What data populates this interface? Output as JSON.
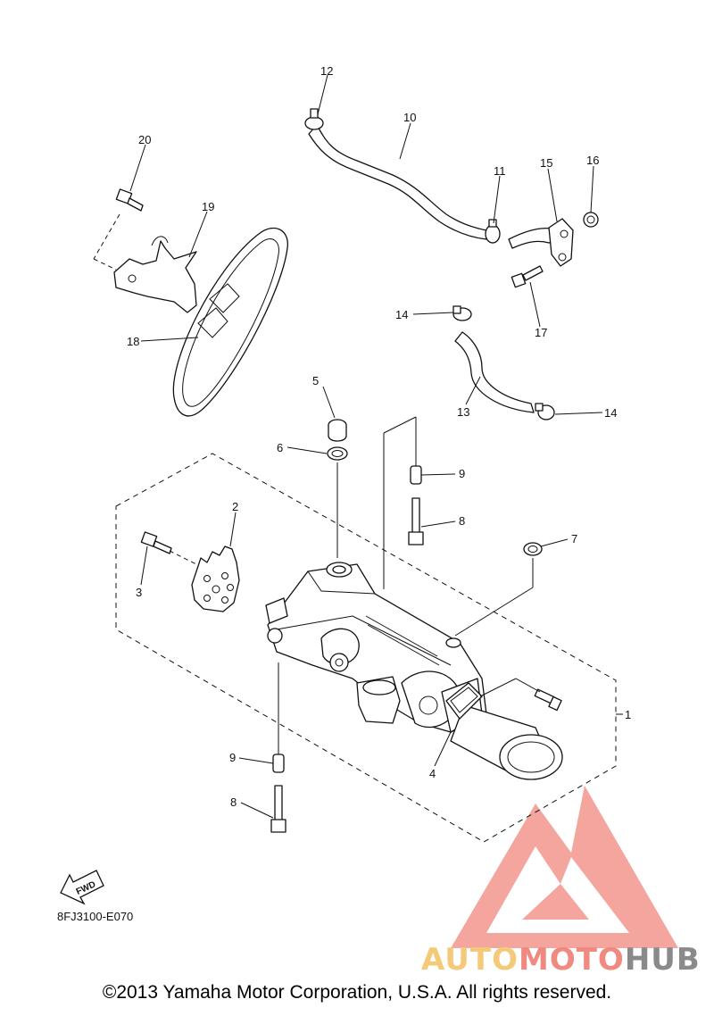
{
  "diagram": {
    "code": "8FJ3100-E070",
    "fwd_label": "FWD",
    "callouts": [
      {
        "id": "c1",
        "text": "1"
      },
      {
        "id": "c2",
        "text": "2"
      },
      {
        "id": "c3",
        "text": "3"
      },
      {
        "id": "c4",
        "text": "4"
      },
      {
        "id": "c5",
        "text": "5"
      },
      {
        "id": "c6",
        "text": "6"
      },
      {
        "id": "c7",
        "text": "7"
      },
      {
        "id": "c8a",
        "text": "8"
      },
      {
        "id": "c8b",
        "text": "8"
      },
      {
        "id": "c9a",
        "text": "9"
      },
      {
        "id": "c9b",
        "text": "9"
      },
      {
        "id": "c10",
        "text": "10"
      },
      {
        "id": "c11",
        "text": "11"
      },
      {
        "id": "c12",
        "text": "12"
      },
      {
        "id": "c13",
        "text": "13"
      },
      {
        "id": "c14a",
        "text": "14"
      },
      {
        "id": "c14b",
        "text": "14"
      },
      {
        "id": "c15",
        "text": "15"
      },
      {
        "id": "c16",
        "text": "16"
      },
      {
        "id": "c17",
        "text": "17"
      },
      {
        "id": "c18",
        "text": "18"
      },
      {
        "id": "c19",
        "text": "19"
      },
      {
        "id": "c20",
        "text": "20"
      }
    ]
  },
  "watermark": {
    "part1": "AUTO",
    "part2": "MOTO",
    "part3": "HUB",
    "colors": {
      "logo": "#f0877c",
      "auto": "#f5c97a",
      "moto": "#f08a80",
      "hub": "#8a8a8a"
    }
  },
  "footer": {
    "copyright": "©2013 Yamaha Motor Corporation, U.S.A. All rights reserved."
  }
}
